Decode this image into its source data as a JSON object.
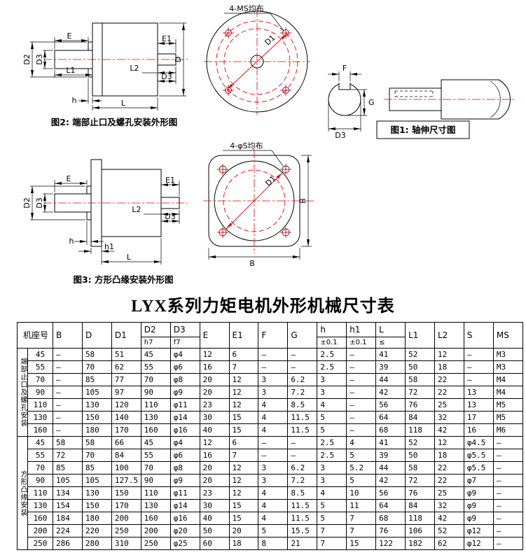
{
  "page": {
    "title": "LYX系列力矩电机外形机械尺寸表"
  },
  "fig1": {
    "caption": "图1: 轴伸尺寸图",
    "dim_F": "F",
    "dim_G": "G",
    "dim_D3": "D3"
  },
  "fig2": {
    "caption": "图2: 端部止口及螺孔安装外形图",
    "hole_note": "4-MS均布",
    "dim_E": "E",
    "dim_E1": "E1",
    "dim_D2": "D2",
    "dim_D3_left": "D3",
    "dim_D3_right": "D3",
    "dim_L1": "L1",
    "dim_L2": "L2",
    "dim_D": "D",
    "dim_D1": "D1",
    "dim_h": "h",
    "dim_L": "L"
  },
  "fig3": {
    "caption": "图3: 方形凸缘安装外形图",
    "hole_note": "4-φS均布",
    "dim_E": "E",
    "dim_E1": "E1",
    "dim_D2": "D2",
    "dim_D3_left": "D3",
    "dim_D3_right": "D3",
    "dim_L2": "L2",
    "dim_D1": "D1",
    "dim_B_right": "B",
    "dim_B_bottom": "B",
    "dim_h": "h",
    "dim_h1": "h1",
    "dim_L": "L"
  },
  "colors": {
    "accent_red": "#e60000",
    "hatch_cyan": "#2ab9d9"
  },
  "table": {
    "columns": [
      {
        "key": "frame",
        "label": "机座号"
      },
      {
        "key": "B",
        "label": "B"
      },
      {
        "key": "D",
        "label": "D"
      },
      {
        "key": "D1",
        "label": "D1"
      },
      {
        "key": "D2",
        "label": "D2",
        "sub": "h7"
      },
      {
        "key": "D3",
        "label": "D3",
        "sub": "f7"
      },
      {
        "key": "E",
        "label": "E"
      },
      {
        "key": "E1",
        "label": "E1"
      },
      {
        "key": "F",
        "label": "F"
      },
      {
        "key": "G",
        "label": "G"
      },
      {
        "key": "h",
        "label": "h",
        "sub": "±0.1"
      },
      {
        "key": "h1",
        "label": "h1",
        "sub": "±0.1"
      },
      {
        "key": "L",
        "label": "L",
        "sub": "≤"
      },
      {
        "key": "L1",
        "label": "L1"
      },
      {
        "key": "L2",
        "label": "L2"
      },
      {
        "key": "S",
        "label": "S"
      },
      {
        "key": "MS",
        "label": "MS"
      }
    ],
    "groups": [
      {
        "label": "端部止口及螺孔安装",
        "rows": [
          [
            "45",
            "–",
            "58",
            "51",
            "45",
            "φ4",
            "12",
            "6",
            "–",
            "–",
            "2.5",
            "–",
            "41",
            "52",
            "12",
            "–",
            "M3"
          ],
          [
            "55",
            "–",
            "70",
            "62",
            "55",
            "φ6",
            "16",
            "7",
            "–",
            "–",
            "2.5",
            "–",
            "39",
            "50",
            "18",
            "–",
            "M3"
          ],
          [
            "70",
            "–",
            "85",
            "77",
            "70",
            "φ8",
            "20",
            "12",
            "3",
            "6.2",
            "3",
            "–",
            "44",
            "58",
            "22",
            "–",
            "M4"
          ],
          [
            "90",
            "–",
            "105",
            "97",
            "90",
            "φ9",
            "20",
            "12",
            "3",
            "7.2",
            "3",
            "–",
            "42",
            "72",
            "22",
            "13",
            "M4"
          ],
          [
            "110",
            "–",
            "130",
            "120",
            "110",
            "φ11",
            "23",
            "12",
            "4",
            "8.5",
            "4",
            "–",
            "56",
            "76",
            "25",
            "13",
            "M5"
          ],
          [
            "130",
            "–",
            "150",
            "140",
            "130",
            "φ14",
            "30",
            "15",
            "4",
            "11.5",
            "5",
            "–",
            "64",
            "84",
            "32",
            "17",
            "M5"
          ],
          [
            "160",
            "–",
            "180",
            "170",
            "160",
            "φ16",
            "40",
            "15",
            "4",
            "11.5",
            "5",
            "–",
            "68",
            "118",
            "42",
            "16",
            "M6"
          ]
        ]
      },
      {
        "label": "方形凸缘安装",
        "rows": [
          [
            "45",
            "58",
            "58",
            "66",
            "45",
            "φ4",
            "12",
            "6",
            "–",
            "–",
            "2.5",
            "4",
            "41",
            "52",
            "12",
            "φ4.5",
            "–"
          ],
          [
            "55",
            "72",
            "70",
            "84",
            "55",
            "φ6",
            "16",
            "7",
            "–",
            "–",
            "2.5",
            "5",
            "39",
            "50",
            "18",
            "φ5.5",
            "–"
          ],
          [
            "70",
            "85",
            "85",
            "100",
            "70",
            "φ8",
            "20",
            "12",
            "3",
            "6.2",
            "3",
            "5.2",
            "44",
            "58",
            "22",
            "φ5.5",
            "–"
          ],
          [
            "90",
            "105",
            "105",
            "127.5",
            "90",
            "φ9",
            "20",
            "12",
            "3",
            "7.2",
            "3",
            "5",
            "42",
            "72",
            "22",
            "φ7",
            "–"
          ],
          [
            "110",
            "134",
            "130",
            "150",
            "110",
            "φ11",
            "23",
            "12",
            "4",
            "8.5",
            "4",
            "10",
            "56",
            "76",
            "25",
            "φ9",
            "–"
          ],
          [
            "130",
            "154",
            "150",
            "170",
            "130",
            "φ14",
            "30",
            "15",
            "4",
            "11.5",
            "5",
            "11",
            "64",
            "84",
            "32",
            "φ9",
            "–"
          ],
          [
            "160",
            "184",
            "180",
            "200",
            "160",
            "φ16",
            "40",
            "15",
            "4",
            "11.5",
            "5",
            "7",
            "68",
            "118",
            "42",
            "φ9",
            "–"
          ],
          [
            "200",
            "224",
            "220",
            "250",
            "200",
            "φ20",
            "50",
            "20",
            "5",
            "15.5",
            "7",
            "7",
            "76",
            "106",
            "52",
            "φ12",
            "–"
          ],
          [
            "250",
            "286",
            "280",
            "310",
            "250",
            "φ25",
            "60",
            "18",
            "8",
            "21",
            "7",
            "15",
            "122",
            "182",
            "62",
            "φ12",
            "–"
          ]
        ]
      }
    ]
  }
}
